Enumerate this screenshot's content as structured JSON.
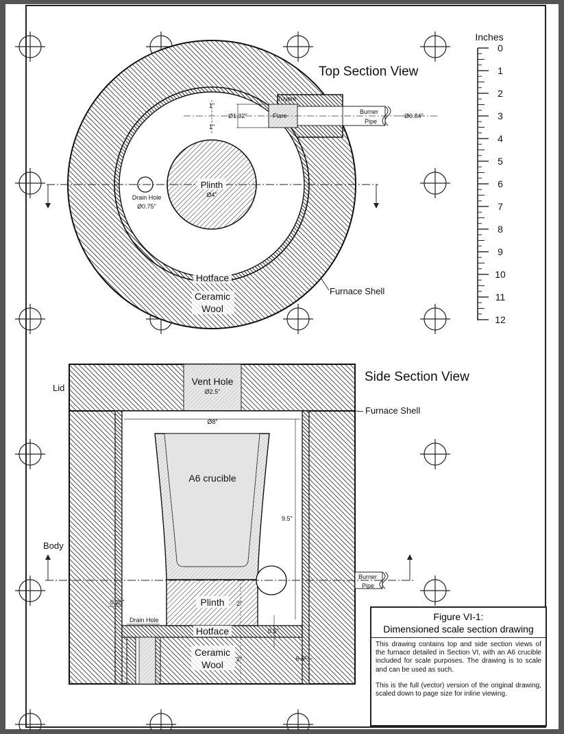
{
  "scale": {
    "unit_label": "Inches",
    "ticks": [
      "0",
      "1",
      "2",
      "3",
      "4",
      "5",
      "6",
      "7",
      "8",
      "9",
      "10",
      "11",
      "12"
    ]
  },
  "top_view": {
    "title": "Top Section View",
    "tuyere": "Tuyere",
    "flare": "Flare",
    "dim_flare": "Ø1.32\"",
    "dim_pipe": "Ø0.84\"",
    "dim_up": "1\"",
    "dim_down": "1\"",
    "burner_pipe_1": "Burner",
    "burner_pipe_2": "Pipe",
    "plinth": "Plinth",
    "plinth_dim": "Ø4\"",
    "drain_hole": "Drain Hole",
    "drain_dim": "Ø0.75\"",
    "hotface": "Hotface",
    "ceramic_1": "Ceramic",
    "ceramic_2": "Wool",
    "furnace_shell": "Furnace Shell"
  },
  "side_view": {
    "title": "Side Section View",
    "lid": "Lid",
    "vent_hole": "Vent Hole",
    "vent_dim": "Ø2.5\"",
    "furnace_shell": "Furnace Shell",
    "inner_dim": "Ø8\"",
    "crucible": "A6 crucible",
    "height_dim": "9.5\"",
    "body": "Body",
    "burner_pipe_1": "Burner",
    "burner_pipe_2": "Pipe",
    "plinth": "Plinth",
    "plinth_height": "2\"",
    "wall_dim": "0.25\"",
    "drain_hole": "Drain Hole",
    "hotface": "Hotface",
    "floor_dim": "0.5\"",
    "ceramic_1": "Ceramic",
    "ceramic_2": "Wool",
    "wool_height": "2\"",
    "shell_dim": "0.5\""
  },
  "caption": {
    "title_1": "Figure VI-1:",
    "title_2": "Dimensioned scale section drawing",
    "para_1": "This drawing contains top and side section views of the furnace detailed in Section VI, with an A6 crucible included for scale purposes. The drawing is to scale and can be used as such.",
    "para_2": "This is the full (vector) version of the original drawing, scaled down to page size for inline viewing."
  }
}
